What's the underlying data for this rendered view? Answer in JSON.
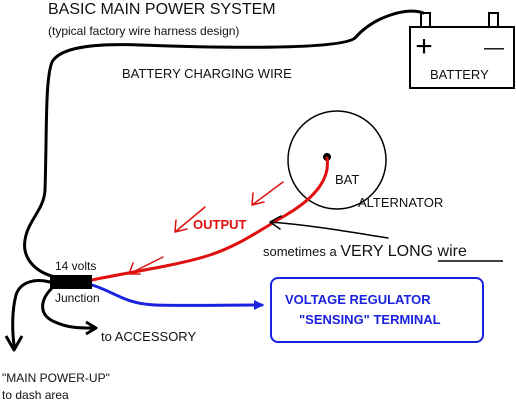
{
  "title": "BASIC MAIN POWER SYSTEM",
  "subtitle": "(typical factory wire harness design)",
  "labels": {
    "charging_wire": "BATTERY CHARGING WIRE",
    "battery": "BATTERY",
    "battery_plus": "+",
    "battery_minus": "—",
    "bat_terminal": "BAT",
    "alternator": "ALTERNATOR",
    "output": "OUTPUT",
    "long_wire_prefix": "sometimes a ",
    "long_wire_emphasis": "VERY LONG wire",
    "volts": "14 volts",
    "junction": "Junction",
    "accessory": "to ACCESSORY",
    "voltage_regulator_line1": "VOLTAGE REGULATOR",
    "voltage_regulator_line2": "\"SENSING\"  TERMINAL",
    "main_powerup_line1": "\"MAIN POWER-UP\"",
    "main_powerup_line2": "to dash area"
  },
  "colors": {
    "wire": "#000000",
    "output_wire": "#e01010",
    "sense_wire": "#1a22e0"
  }
}
